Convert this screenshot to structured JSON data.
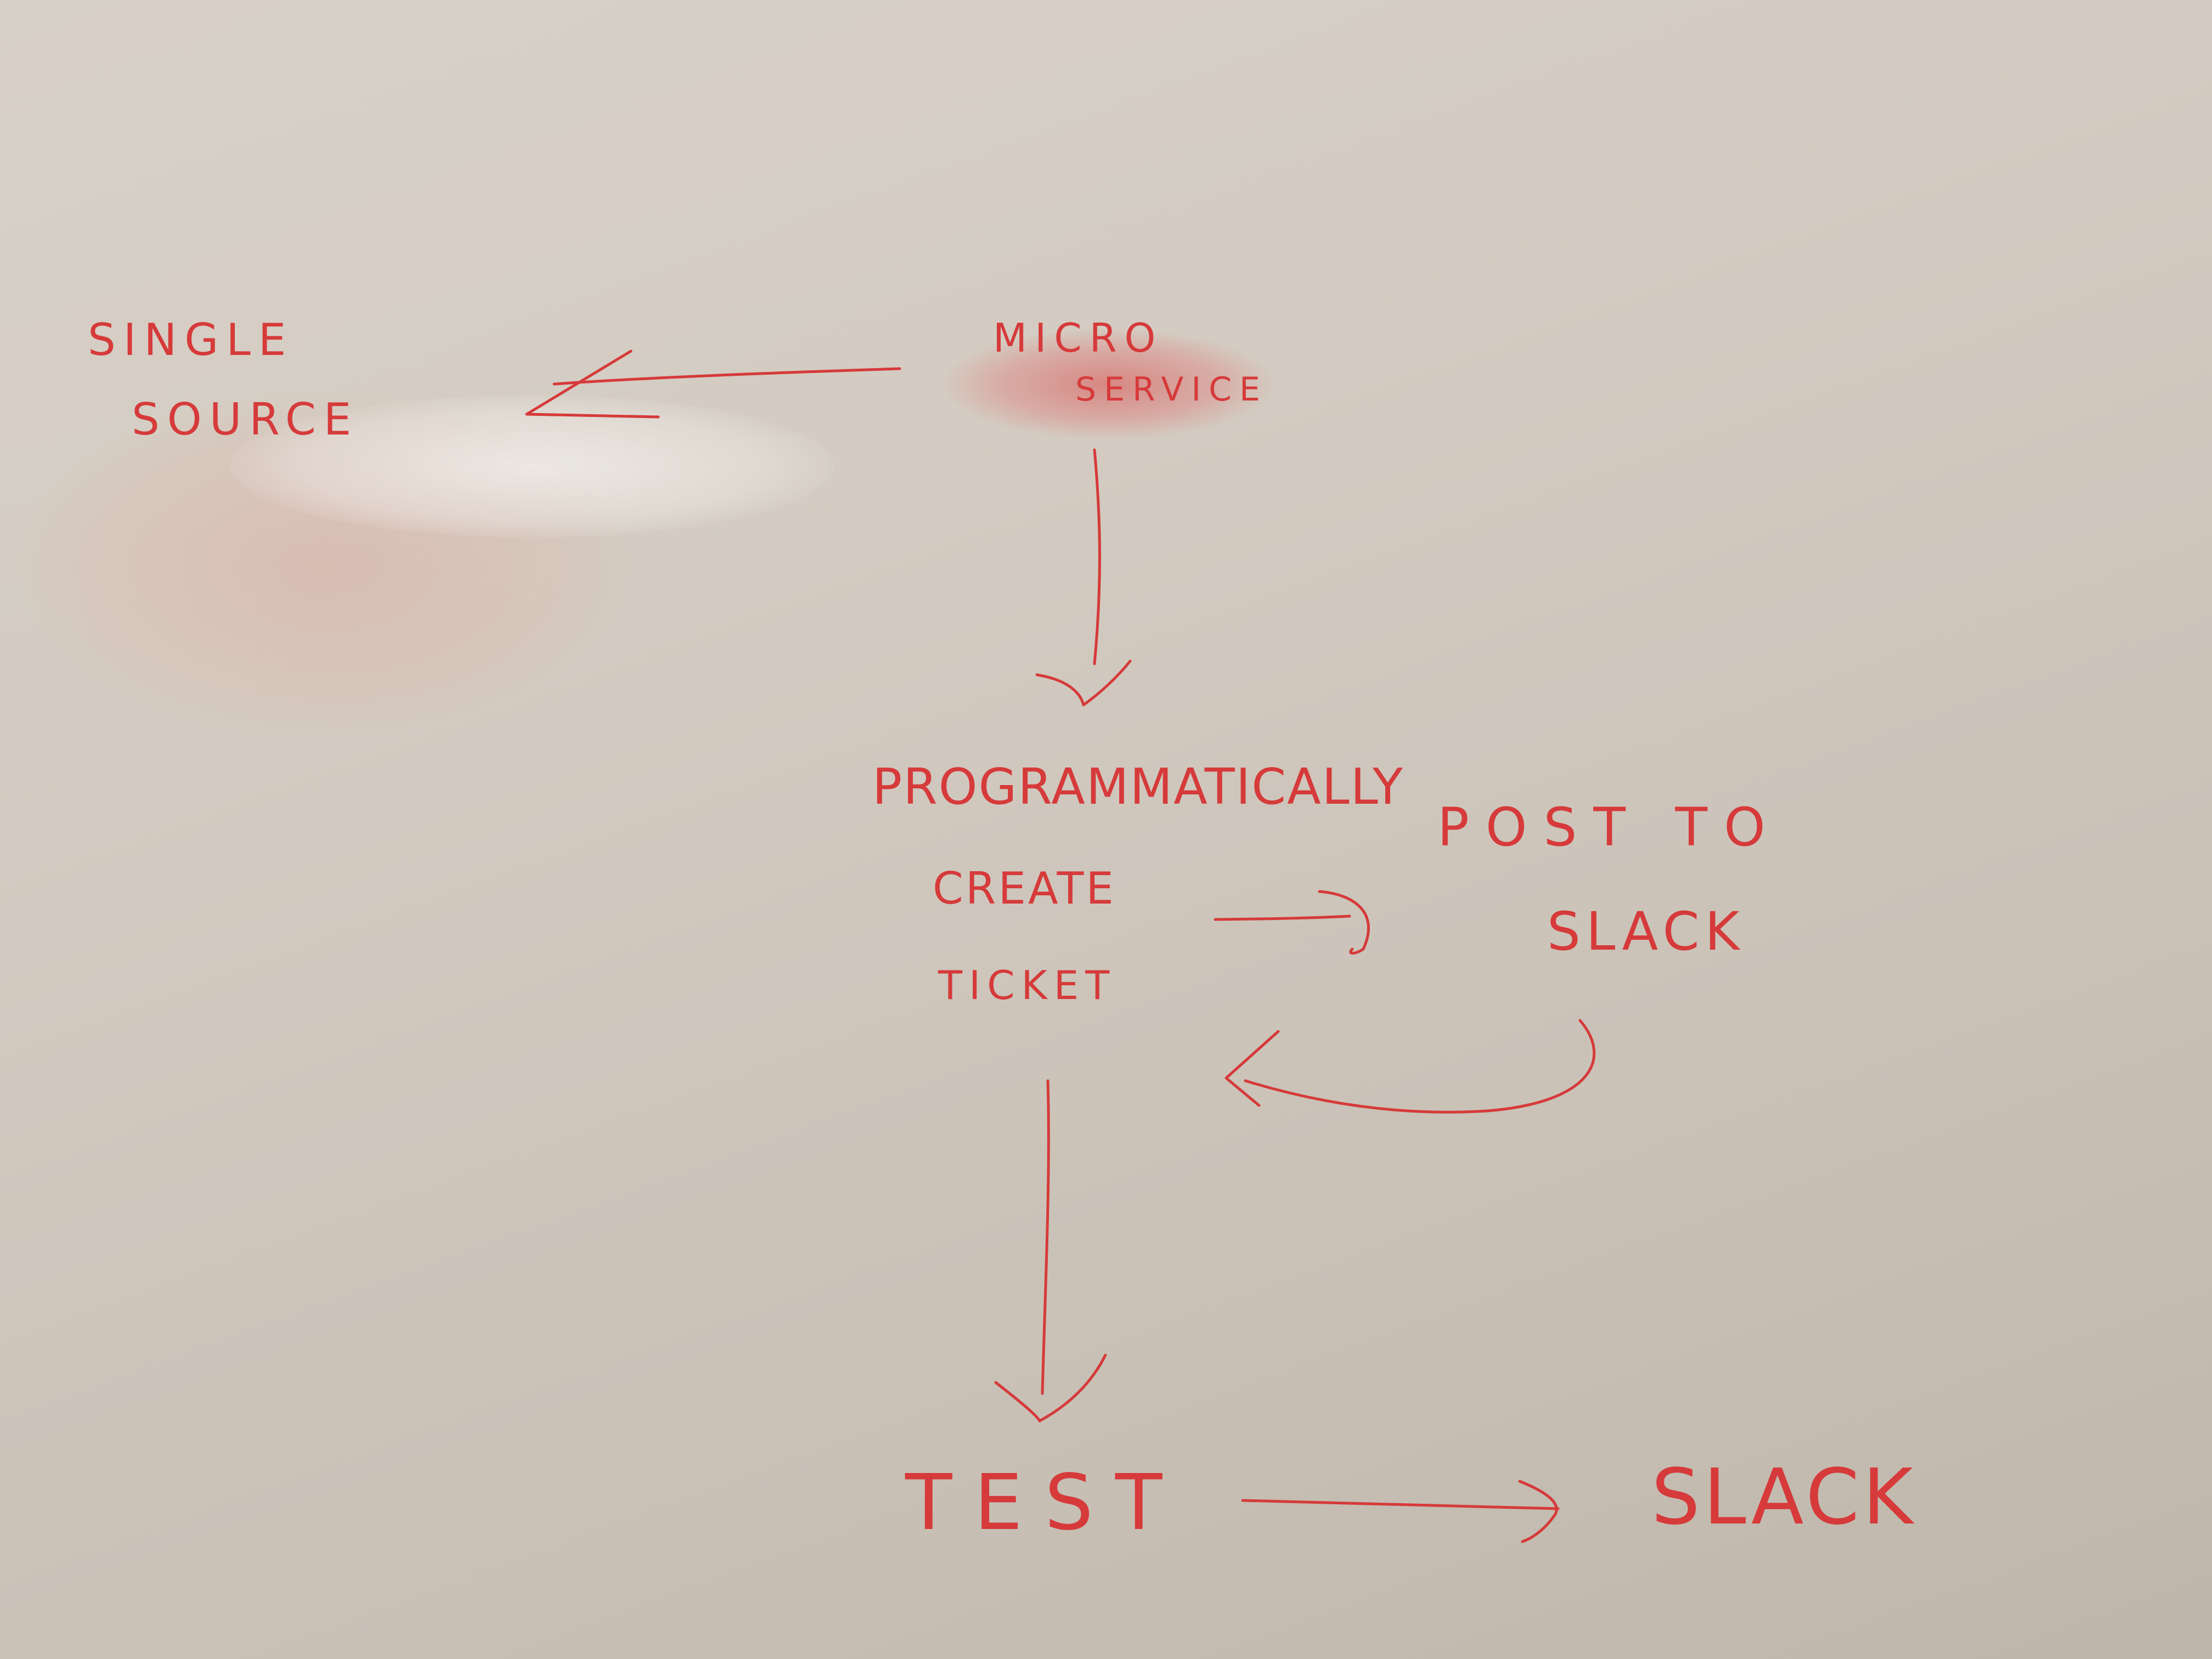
{
  "diagram": {
    "ink_color": "#d63a3a",
    "board_color": "#d3cbc1",
    "nodes": {
      "microservice": {
        "line1": "MICRO",
        "line2": "SERVICE"
      },
      "single_source": {
        "line1": "SINGLE",
        "line2": "SOURCE"
      },
      "create_ticket": {
        "line1": "PROGRAMMATICALLY",
        "line2": "CREATE",
        "line3": "TICKET"
      },
      "post_to_slack": {
        "line1": "POST TO",
        "line2": "SLACK"
      },
      "test": {
        "label": "TEST"
      },
      "slack_final": {
        "label": "SLACK"
      }
    },
    "edges": [
      {
        "from": "microservice",
        "to": "single_source"
      },
      {
        "from": "microservice",
        "to": "create_ticket"
      },
      {
        "from": "create_ticket",
        "to": "post_to_slack"
      },
      {
        "from": "post_to_slack",
        "to": "create_ticket"
      },
      {
        "from": "create_ticket",
        "to": "test"
      },
      {
        "from": "test",
        "to": "slack_final"
      }
    ]
  }
}
